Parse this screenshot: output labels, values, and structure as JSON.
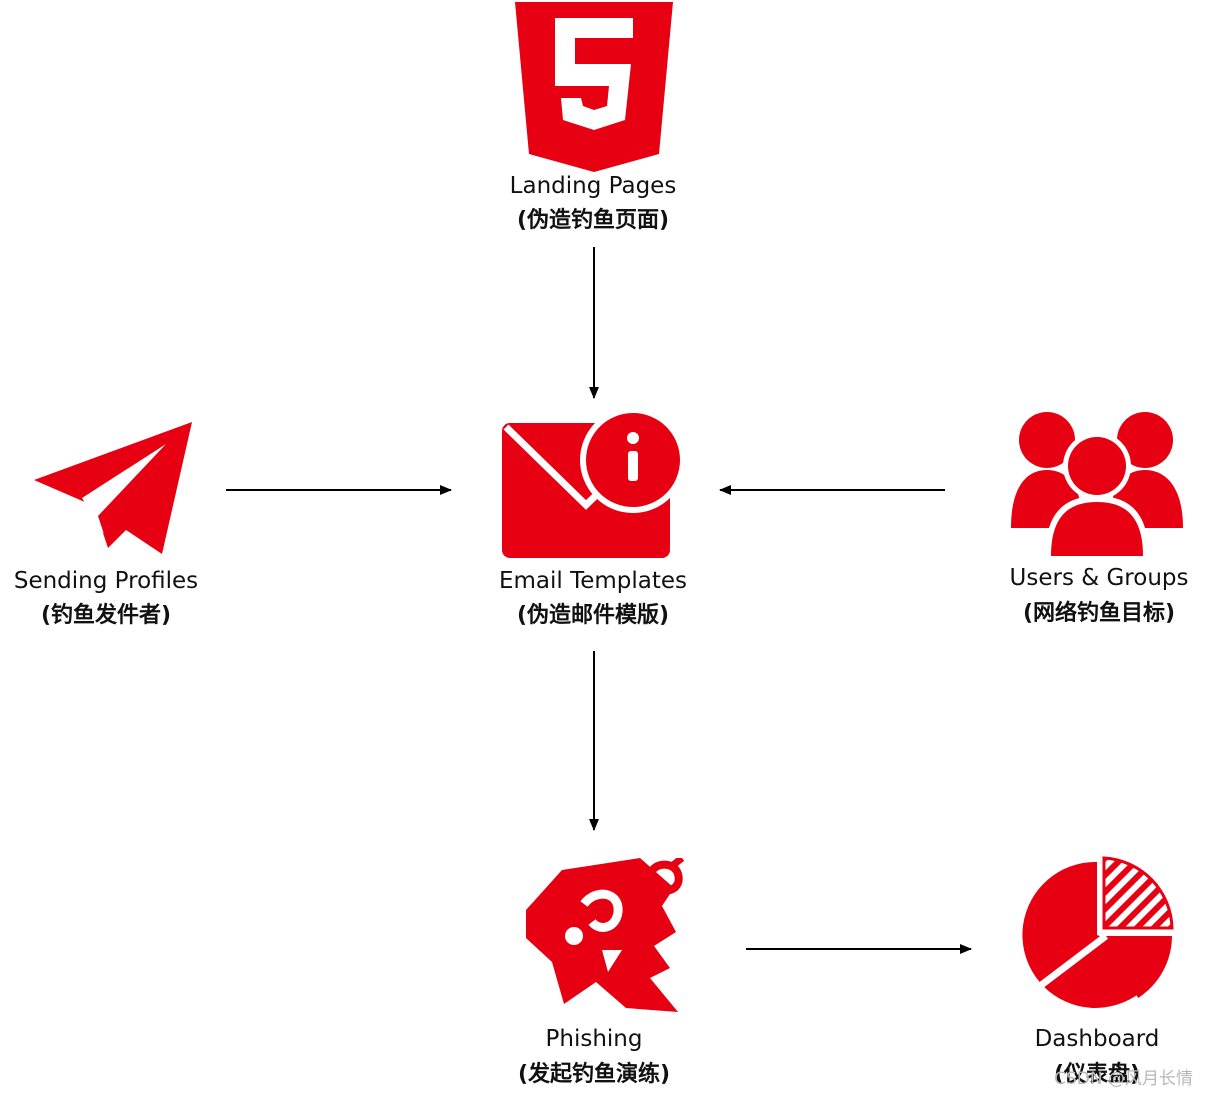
{
  "colors": {
    "accent": "#e60012",
    "arrow": "#000000",
    "text": "#111111"
  },
  "nodes": {
    "landing": {
      "label": "Landing Pages",
      "sublabel": "(伪造钓鱼页面)",
      "icon": "html5-icon"
    },
    "sending": {
      "label": "Sending Profiles",
      "sublabel": "(钓鱼发件者)",
      "icon": "paper-plane-icon"
    },
    "email": {
      "label": "Email Templates",
      "sublabel": "(伪造邮件模版)",
      "icon": "mail-info-icon"
    },
    "users": {
      "label": "Users & Groups",
      "sublabel": "(网络钓鱼目标)",
      "icon": "user-group-icon"
    },
    "phishing": {
      "label": "Phishing",
      "sublabel": "(发起钓鱼演练)",
      "icon": "phishing-fish-icon"
    },
    "dashboard": {
      "label": "Dashboard",
      "sublabel": "(仪表盘)",
      "icon": "pie-chart-icon"
    }
  },
  "edges": [
    {
      "from": "landing",
      "to": "email"
    },
    {
      "from": "sending",
      "to": "email"
    },
    {
      "from": "users",
      "to": "email"
    },
    {
      "from": "email",
      "to": "phishing"
    },
    {
      "from": "phishing",
      "to": "dashboard"
    }
  ],
  "watermark": "CSDN @风月长情"
}
